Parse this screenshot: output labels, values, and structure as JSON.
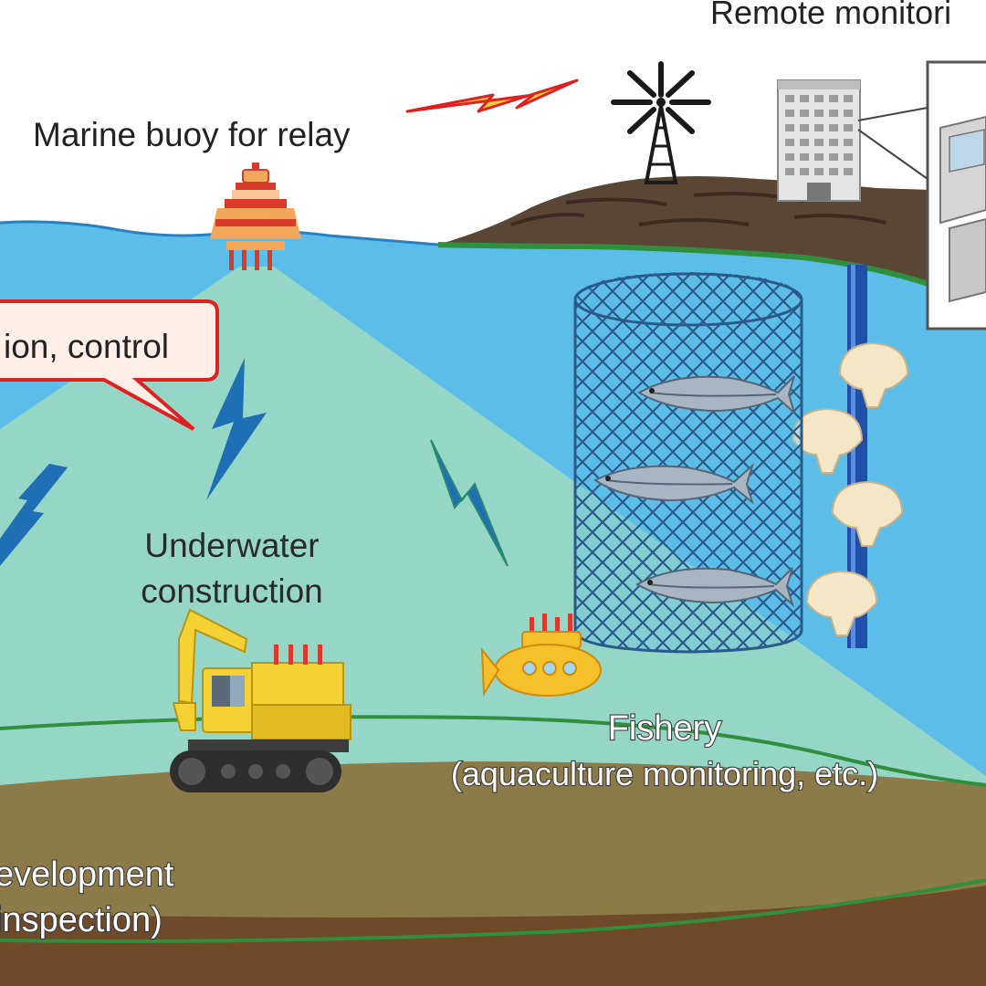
{
  "labels": {
    "remote_monitoring": "Remote monitori",
    "marine_buoy": "Marine buoy for relay",
    "callout": "ion, control",
    "underwater_line1": "Underwater",
    "underwater_line2": "construction",
    "fishery_line1": "Fishery",
    "fishery_line2": "(aquaculture monitoring, etc.)",
    "development_line1": "evelopment",
    "development_line2": "inspection)"
  },
  "icons": [
    "radio-tower-icon",
    "office-building-icon",
    "marine-buoy-icon",
    "lightning-signal-icon",
    "fish-cage-icon",
    "fish-icon",
    "scallop-icon",
    "excavator-icon",
    "submarine-icon",
    "control-room-icon"
  ],
  "colors": {
    "sky": "#ffffff",
    "sea": "#5bbde8",
    "signal_cone": "#96d6c6",
    "seabed": "#8c7a48",
    "seabed_deep": "#6e4a2a",
    "land": "#5b4535",
    "shore_green": "#2f8f3c",
    "signal_bolt": "#1f6fb5",
    "callout_border": "#e02020",
    "buoy": "#f3a75c",
    "buoy_red": "#d93a2a",
    "machine_yellow": "#f5d234",
    "net": "#2b5a8a",
    "shell": "#f3e7c8"
  }
}
